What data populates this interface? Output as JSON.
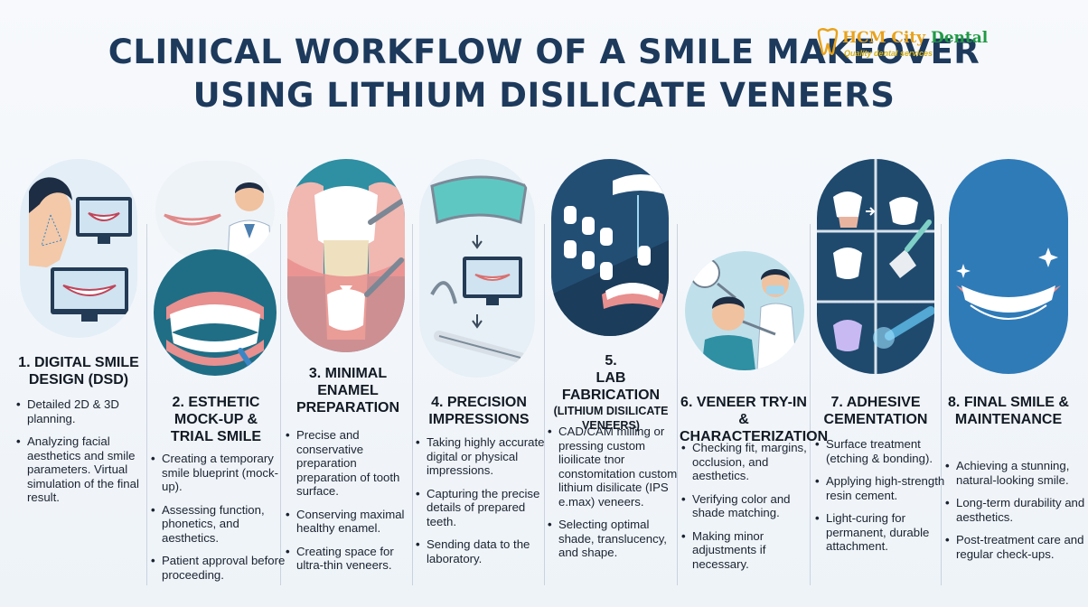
{
  "title": {
    "line1": "CLINICAL WORKFLOW OF A SMILE MAKEOVER",
    "line2": "USING LITHIUM DISILICATE VENEERS"
  },
  "logo": {
    "name_part1": "HCM City ",
    "name_part2": "Dental",
    "tagline": "Quality dental services"
  },
  "colors": {
    "title": "#1d3a5c",
    "accent_teal": "#2f8fa3",
    "logo_orange": "#e9a21a",
    "logo_green": "#1f9a45"
  },
  "steps": [
    {
      "title": "1. DIGITAL SMILE DESIGN (DSD)",
      "illustration": "face-scan-monitor-icon",
      "bullets": [
        "Detailed 2D & 3D planning.",
        "Analyzing facial aesthetics and smile parameters. Virtual simulation of the final result."
      ]
    },
    {
      "title": "2. ESTHETIC MOCK-UP & TRIAL SMILE",
      "illustration": "dentist-mockup-icon",
      "bullets": [
        "Creating a temporary smile blueprint (mock-up).",
        "Assessing function, phonetics, and aesthetics.",
        "Patient approval before proceeding."
      ]
    },
    {
      "title": "3. MINIMAL ENAMEL PREPARATION",
      "illustration": "tooth-preparation-icon",
      "bullets": [
        "Precise and conservative preparation preparation of tooth surface.",
        "Conserving maximal healthy enamel.",
        "Creating space for ultra-thin veneers."
      ]
    },
    {
      "title": "4. PRECISION IMPRESSIONS",
      "illustration": "impression-scanner-icon",
      "bullets": [
        "Taking highly accurate digital or physical impressions.",
        "Capturing the precise details of prepared teeth.",
        "Sending data to the laboratory."
      ]
    },
    {
      "title_number": "5.",
      "title": "LAB FABRICATION",
      "title_sub": "(LITHIUM DISILICATE VENEERS)",
      "illustration": "lab-milling-icon",
      "bullets": [
        "CAD/CAM milling or pressing custom lioilicate tnor constomitation custom lithium disilicate (IPS e.max) veneers.",
        "Selecting optimal shade, translucency, and shape."
      ]
    },
    {
      "title": "6. VENEER TRY-IN & CHARACTERIZATION",
      "illustration": "veneer-tryin-icon",
      "bullets": [
        "Checking fit, margins, occlusion, and aesthetics.",
        "Verifying color and shade matching.",
        "Making minor adjustments if necessary."
      ]
    },
    {
      "title": "7. ADHESIVE CEMENTATION",
      "illustration": "cementation-steps-icon",
      "bullets": [
        "Surface treatment (etching & bonding).",
        "Applying high-strength resin cement.",
        "Light-curing for permanent, durable attachment."
      ]
    },
    {
      "title": "8. FINAL SMILE & MAINTENANCE",
      "illustration": "final-smile-icon",
      "bullets": [
        "Achieving a stunning, natural-looking smile.",
        "Long-term durability and aesthetics.",
        "Post-treatment care and regular check-ups."
      ]
    }
  ]
}
